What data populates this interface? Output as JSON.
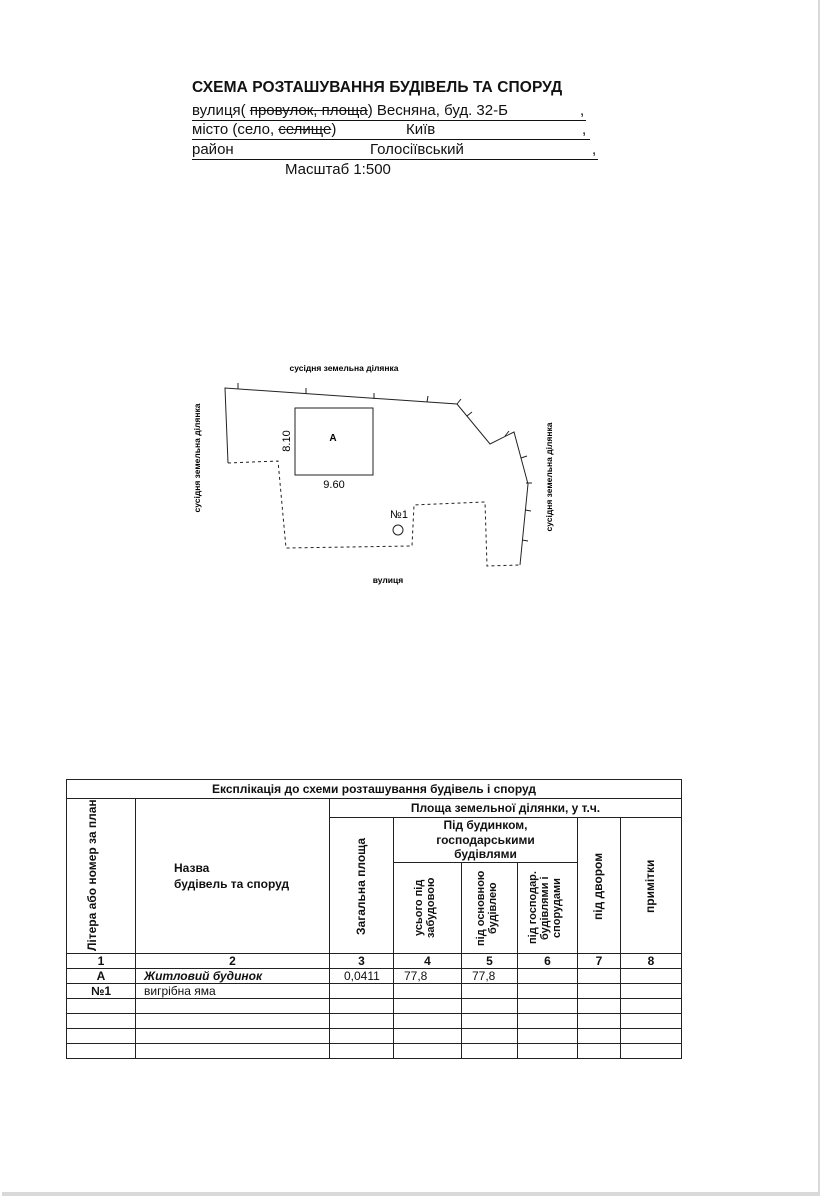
{
  "header": {
    "title": "СХЕМА РОЗТАШУВАННЯ БУДІВЕЛЬ ТА СПОРУД",
    "street_prefix": "вулиця(",
    "street_struck": "провулок, площа",
    "street_suffix": ")",
    "street_value": "Весняна, буд. 32-Б",
    "city_prefix": "місто (село,",
    "city_struck": "селище",
    "city_suffix": ")",
    "city_value": "Київ",
    "district_label": "район",
    "district_value": "Голосіївський",
    "comma": ",",
    "scale": "Масштаб  1:500"
  },
  "plan": {
    "label_top": "сусідня земельна ділянка",
    "label_left": "сусідня земельна ділянка",
    "label_right": "сусідня земельна ділянка",
    "label_bottom": "вулиця",
    "building_letter": "А",
    "building_width": "9.60",
    "building_height": "8.10",
    "pit_label": "№1"
  },
  "table": {
    "title": "Експлікація до схеми  розташування  будівель і  споруд",
    "h_letter": "Літера або номер за планом",
    "h_name_1": "Назва",
    "h_name_2": "будівель та споруд",
    "h_area_group": "Площа земельної ділянки, у т.ч.",
    "h_total": "Загальна  площа",
    "h_under_building_1": "Під будинком,",
    "h_under_building_2": "господарськими",
    "h_under_building_3": "будівлями",
    "h_all_built": "усього під забудовою",
    "h_main_building": "під основною будівлею",
    "h_aux_buildings": "під господар. будівлями і спорудами",
    "h_yard": "під двором",
    "h_notes": "примітки",
    "col_numbers": [
      "1",
      "2",
      "3",
      "4",
      "5",
      "6",
      "7",
      "8"
    ],
    "rows": [
      {
        "letter": "А",
        "name": "Житловий  будинок",
        "total": "0,0411",
        "all_built": "77,8",
        "main": "77,8",
        "aux": "",
        "yard": "",
        "notes": ""
      },
      {
        "letter": "№1",
        "name": "вигрібна  яма",
        "total": "",
        "all_built": "",
        "main": "",
        "aux": "",
        "yard": "",
        "notes": ""
      }
    ]
  }
}
